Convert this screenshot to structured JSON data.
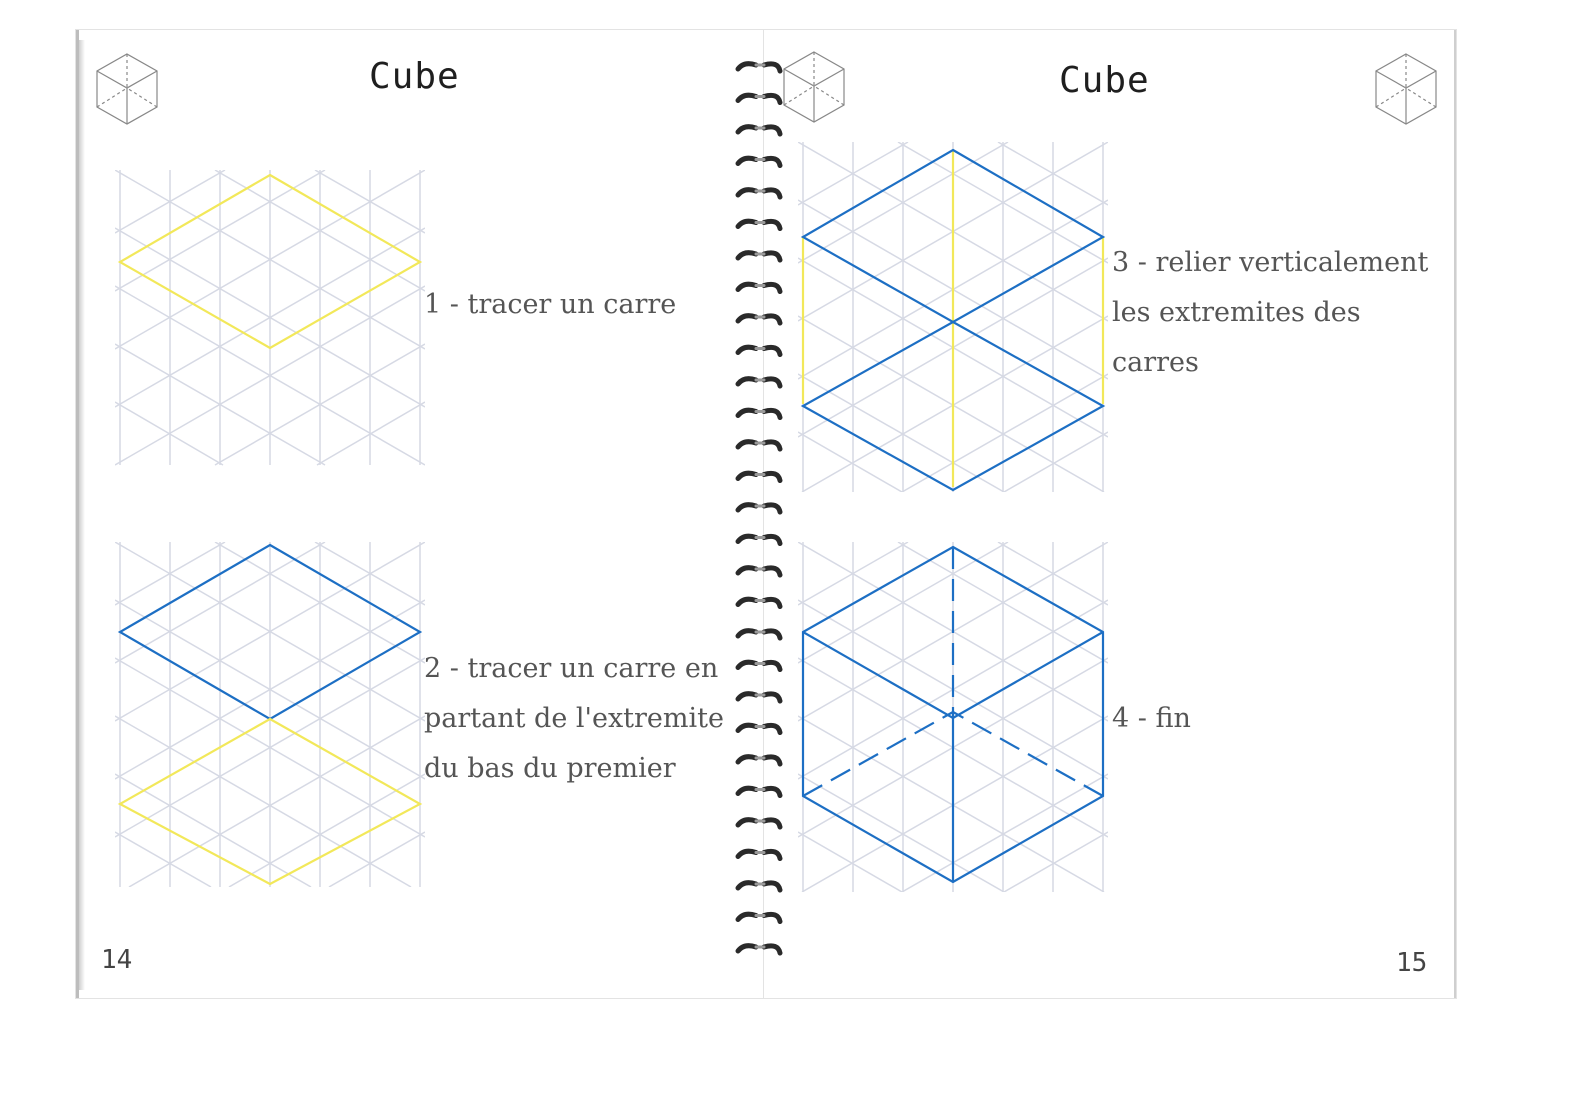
{
  "left_page": {
    "title": "Cube",
    "page_number": "14",
    "steps": [
      {
        "text": "1 - tracer un carre"
      },
      {
        "text": "2 - tracer un carre en\npartant de l'extremite\ndu bas du premier"
      }
    ]
  },
  "right_page": {
    "title": "Cube",
    "page_number": "15",
    "steps": [
      {
        "text": "3 - relier verticalement\nles extremites des\ncarres"
      },
      {
        "text": "4 - fin"
      }
    ]
  },
  "colors": {
    "grid": "#d6d9e4",
    "highlight": "#f2e85a",
    "outline": "#1d6fc4",
    "text": "#555555",
    "title": "#1f1f1f"
  },
  "icons": [
    "cube-logo-icon",
    "spiral-binding-icon"
  ]
}
